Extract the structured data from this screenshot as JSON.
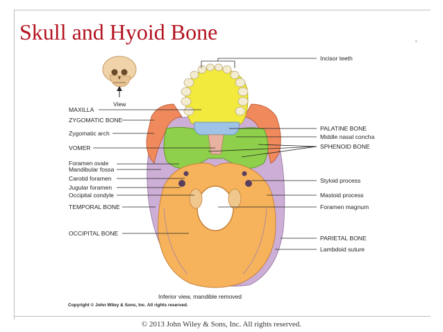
{
  "slide": {
    "title": "Skull and Hyoid Bone",
    "footer": "© 2013 John Wiley & Sons, Inc. All rights reserved."
  },
  "figure": {
    "thumbnail_label": "View",
    "caption": "Inferior view, mandible removed",
    "copyright": "Copyright © John Wiley & Sons, Inc. All rights reserved.",
    "left_labels": [
      "MAXILLA",
      "ZYGOMATIC BONE",
      "Zygomatic arch",
      "VOMER",
      "Foramen ovale",
      "Mandibular fossa",
      "Carotid foramen",
      "Jugular foramen",
      "Occipital condyle",
      "TEMPORAL BONE",
      "OCCIPITAL BONE"
    ],
    "right_labels": [
      "Incisor teeth",
      "PALATINE BONE",
      "Middle nasal concha",
      "SPHENOID BONE",
      "Styloid process",
      "Mastoid process",
      "Foramen magnum",
      "PARIETAL BONE",
      "Lambdoid suture"
    ],
    "colors": {
      "maxilla": "#f2ea3c",
      "zygomatic": "#f08a5d",
      "palatine": "#9ec3e6",
      "sphenoid": "#8ed04b",
      "temporal": "#cdaed6",
      "occipital": "#f7b35b",
      "teeth": "#f3ecd0"
    }
  }
}
